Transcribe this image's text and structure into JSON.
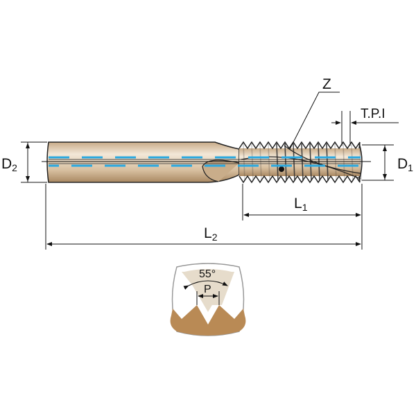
{
  "labels": {
    "d2": {
      "main": "D",
      "sub": "2"
    },
    "d1": {
      "main": "D",
      "sub": "1"
    },
    "l1": {
      "main": "L",
      "sub": "1"
    },
    "l2": {
      "main": "L",
      "sub": "2"
    },
    "z": "Z",
    "tpi": "T.P.I"
  },
  "profile": {
    "angle": "55°",
    "pitch": "P"
  },
  "colors": {
    "shank": "#d9c3a5",
    "coolant": "#29a8e0",
    "thread": "#b98a55",
    "profile_bg": "#e6dccb"
  }
}
